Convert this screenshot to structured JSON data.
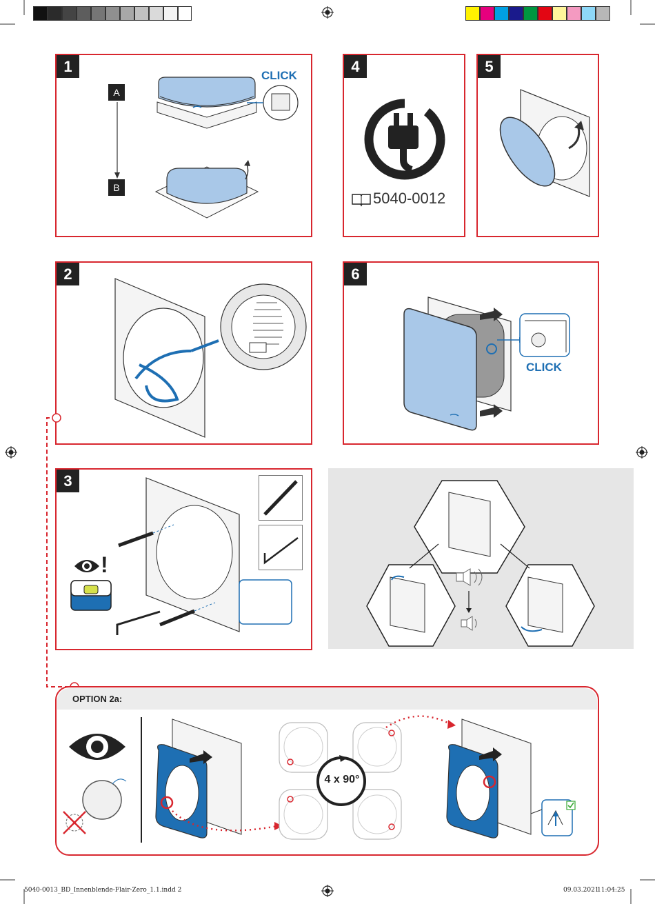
{
  "color_bar": {
    "grays": [
      "#111111",
      "#2b2b2b",
      "#444444",
      "#5d5d5d",
      "#767676",
      "#8f8f8f",
      "#a8a8a8",
      "#c1c1c1",
      "#dadada",
      "#f3f3f3",
      "#ffffff"
    ],
    "colors": [
      "#fff200",
      "#e6007e",
      "#00a0e3",
      "#1a1a8c",
      "#009640",
      "#e30613",
      "#fff59b",
      "#f49ac1",
      "#8ed8f8",
      "#b7b7b7"
    ]
  },
  "steps": {
    "s1": {
      "number": "1",
      "label_a": "A",
      "label_b": "B",
      "click": "CLICK"
    },
    "s2": {
      "number": "2"
    },
    "s3": {
      "number": "3",
      "warn": "!"
    },
    "s4": {
      "number": "4",
      "doc_ref": "5040-0012"
    },
    "s5": {
      "number": "5"
    },
    "s6": {
      "number": "6",
      "click": "CLICK"
    }
  },
  "option": {
    "label": "OPTION 2a:",
    "rotation": "4 x 90°"
  },
  "footer": {
    "file": "5040-0013_BD_Innenblende-Flair-Zero_1.1.indd   2",
    "date": "09.03.2021",
    "time": "11:04:25"
  },
  "palette": {
    "red": "#d8262e",
    "blue": "#1e6fb3",
    "light_blue": "#a9c8e8",
    "dark": "#222222"
  }
}
